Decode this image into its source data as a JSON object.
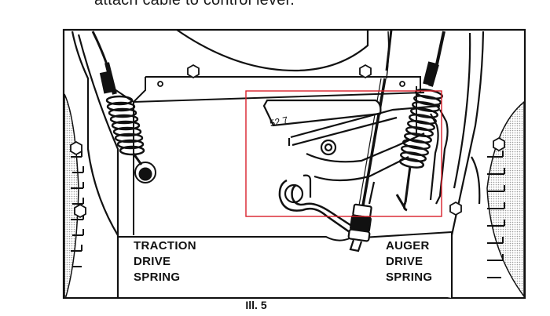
{
  "top_caption": "attach cable to control lever.",
  "labels": {
    "traction": [
      "TRACTION",
      "DRIVE",
      "SPRING"
    ],
    "auger": [
      "AUGER",
      "DRIVE",
      "SPRING"
    ]
  },
  "figure_number": "Ill. 5",
  "colors": {
    "ink": "#111111",
    "highlight": "#d9202a",
    "tread": "#bdbdbd"
  }
}
